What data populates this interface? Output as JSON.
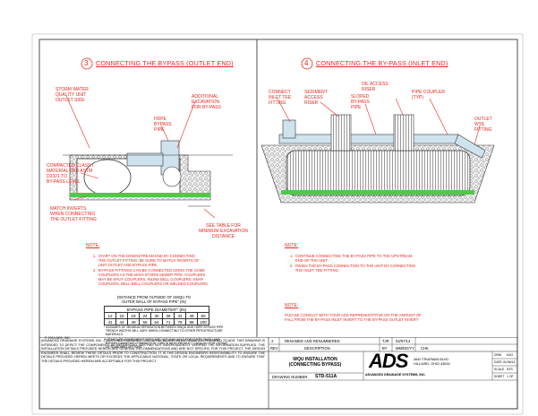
{
  "left": {
    "number": "3",
    "title": "CONNECTING THE BYPASS (OUTLET END)",
    "callouts": {
      "storm_water": "STORM WATER\nQUALITY UNIT\nOUTLET SIDE",
      "additional_excavation": "ADDITIONAL\nEXCAVATION\nFOR BY-PASS",
      "hdpe_bypass": "HDPE\nBYPASS\nPIPE",
      "compacted": "COMPACTED CLASS I\nMATERIAL PER ASTM\nD2321 TO\nBY-PASS LEVEL",
      "match_inverts": "MATCH INVERTS\nWHEN CONNECTING\nTHE OUTLET FITTING",
      "see_table": "SEE TABLE FOR\nMINIMUM EXCAVATION\nDISTANCE"
    },
    "note_label": "NOTE:",
    "notes": [
      "1.  START ON THE DOWNSTREAM END BY CONNECTING\n     THE OUTLET FITTING. BE SURE TO MATCH INVERTS OF\n     UNIT OUTLET AND BYPASS PIPE.",
      "2.  BY-PASS FITTINGS CAN BE CONNECTED USING THE SAME\n     COUPLERS AS THE MAIN STORM SEWER PIPE. COUPLERS\n     MAY BE SPLIT COUPLERS, INLINE BELL COUPLERS, SNAP\n     COUPLERS, BELL-BELL COUPLERS OR WELDED COUPLERS."
    ],
    "table": {
      "title": "DISTANCE FROM OUTSIDE OF SWQU TO\nOUTER WALL OF BYPASS PIPE\" (IN)",
      "header": "BYPASS PIPE DIAMETER\"' (IN)",
      "diameters": [
        "12",
        "15",
        "18",
        "24",
        "30",
        "36",
        "42",
        "48",
        "60"
      ],
      "distances": [
        "41",
        "44",
        "49",
        "55",
        "64",
        "71",
        "78",
        "88",
        "100"
      ]
    },
    "footnotes": [
      "* ASSUMES 18\" MINIMUM SEPARATION BETWEEN SWQU AND HDPE BYPASS PIPE\n  TRENCH WIDTHS WILL VARY WHEN CONNECTING TO OTHER PIPE/STRUCTURE\n  MATERIALS.",
      "** STANDARD COMPONENT SIZES ARE NOT AVAILABLE FOR EVERY SWQU AND\n  BYPASS DIAMETER COMBINATION. CHECK WITH PRODUCT CATALOG FOR LISTING\n  OF STANDARD OPTIONS."
    ],
    "copyright": "© 2013 ADS, INC."
  },
  "right": {
    "number": "4",
    "title": "CONNECTING THE BY-PASS (INLET END)",
    "callouts": {
      "connect_inlet": "CONNECT\nINLET TEE\nFITTING",
      "sediment": "SEDIMENT\nACCESS\nRISER",
      "oil_access": "OIL ACCESS\nRISER",
      "sloped": "SLOPED\nBY-PASS\nPIPE",
      "pipe_coupler": "PIPE COUPLER\n(TYP)",
      "outlet_wye": "OUTLET\nWYE\nFITTING"
    },
    "note_label": "NOTE:",
    "notes": [
      "1.  CONTINUE CONNECTING THE BY-PASS PIPE TO THE UPSTREAM\n     END OF THE UNIT.",
      "2.  FINISH THE BY-PASS CONNECTION TO THE UNIT BY CONNECTING\n     THE INLET TEE FITTING."
    ],
    "note2_label": "NOTE:",
    "note2": "PLEASE CONSULT WITH YOUR ADS REPRESENTATIVE ON THE AMOUNT OF\nFALL FROM THE BY-PASS INLET INVERT TO THE BY-PASS OUTLET INVERT"
  },
  "title_block": {
    "disclaimer": "ADVANCED DRAINAGE SYSTEMS, INC. (\"ADS\") HAS PREPARED THIS DETAIL BASED ON INFORMATION PROVIDED TO ADS. THIS DRAWING IS INTENDED TO DEPICT THE COMPONENTS AS REQUESTED. ADS HAS NOT INDEPENDENTLY VERIFIED THE INFORMATION SUPPLIED. THE INSTALLATION DETAILS PROVIDED HEREIN ARE GENERAL RECOMMENDATIONS AND ARE NOT SPECIFIC FOR THIS PROJECT. THE DESIGN ENGINEER SHALL REVIEW THESE DETAILS PRIOR TO CONSTRUCTION. IT IS THE DESIGN ENGINEERS RESPONSIBILITY TO ENSURE THE DETAILS PROVIDED HEREIN MEETS OR EXCEEDS THE APPLICABLE NATIONAL, STATE OR LOCAL REQUIREMENTS AND TO ENSURE THAT THE DETAILS PROVIDED HEREIN ARE ACCEPTABLE FOR THIS PROJECT.",
    "rev_number": "2",
    "rev_desc": "RENAMED AND RENUMBERED",
    "rev_by": "TJR",
    "rev_date": "02/07/14",
    "rev_label": "REV",
    "desc_label": "DESCRIPTION",
    "by_label": "BY",
    "date_label": "MM/DD/YY",
    "chk_label": "CHK",
    "drawing_title": "WQU INSTALLATION\n(CONNECTING BYPASS)",
    "drawing_number_label": "DRAWING NUMBER",
    "drawing_number": "STD-511A",
    "logo": "ADS",
    "company": "ADVANCED DRAINAGE SYSTEMS, INC.",
    "address": "4640 TRUEMAN BLVD\nHILLIARD, OHIO 43026",
    "meta_1": "DRW",
    "meta_1_val": "KAG",
    "meta_2": "DATE",
    "meta_2_val": "01/06/14",
    "meta_3": "SCALE",
    "meta_3_val": "NTS",
    "meta_4": "SHEET",
    "meta_4_val": "1 OF"
  },
  "colors": {
    "callout_red": "#e8271f",
    "fill_green": "#4fc94a",
    "pipe_blue": "#cfe3ee"
  }
}
